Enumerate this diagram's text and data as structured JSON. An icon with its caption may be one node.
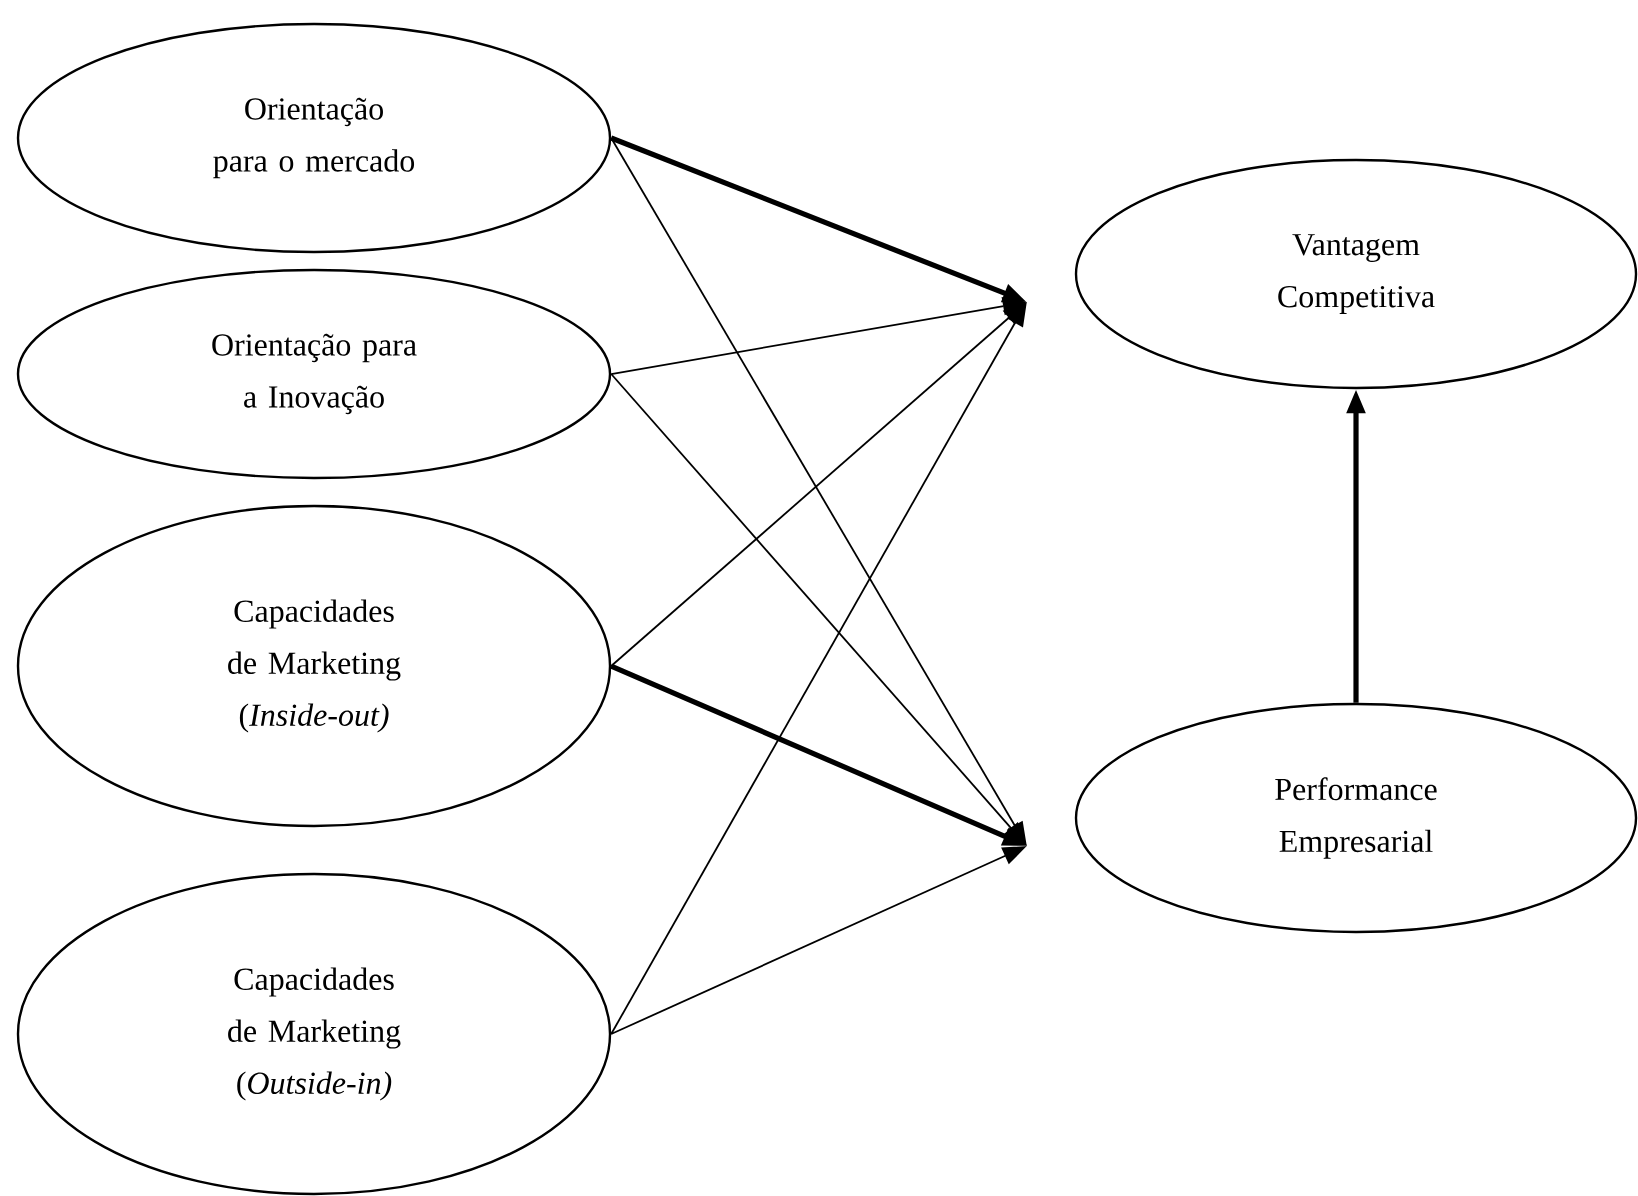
{
  "diagram": {
    "nodes": [
      {
        "text": [
          "Orientação para o mercado"
        ]
      },
      {
        "text": [
          "Orientação para a Inovação"
        ]
      },
      {
        "text": [
          "Capacidades de Marketing (*Inside-out)*"
        ]
      },
      {
        "text": [
          "Capacidades de Marketing (*Outside-in)*"
        ]
      },
      {
        "text": [
          "Vantagem Competitiva"
        ]
      },
      {
        "text": [
          "Performance Empresarial"
        ]
      }
    ],
    "edges": [
      {
        "from": 0,
        "to": 4,
        "arrow": "to",
        "style": "thick"
      },
      {
        "from": 0,
        "to": 5,
        "arrow": "to"
      },
      {
        "from": 1,
        "to": 4,
        "arrow": "to"
      },
      {
        "from": 1,
        "to": 5,
        "arrow": "to"
      },
      {
        "from": 2,
        "to": 4,
        "arrow": "to"
      },
      {
        "from": 2,
        "to": 5,
        "arrow": "to",
        "style": "thick"
      },
      {
        "from": 3,
        "to": 4,
        "arrow": "to"
      },
      {
        "from": 3,
        "to": 5,
        "arrow": "to"
      },
      {
        "from": 5,
        "to": 4,
        "arrow": "to",
        "style": "thick"
      }
    ]
  }
}
